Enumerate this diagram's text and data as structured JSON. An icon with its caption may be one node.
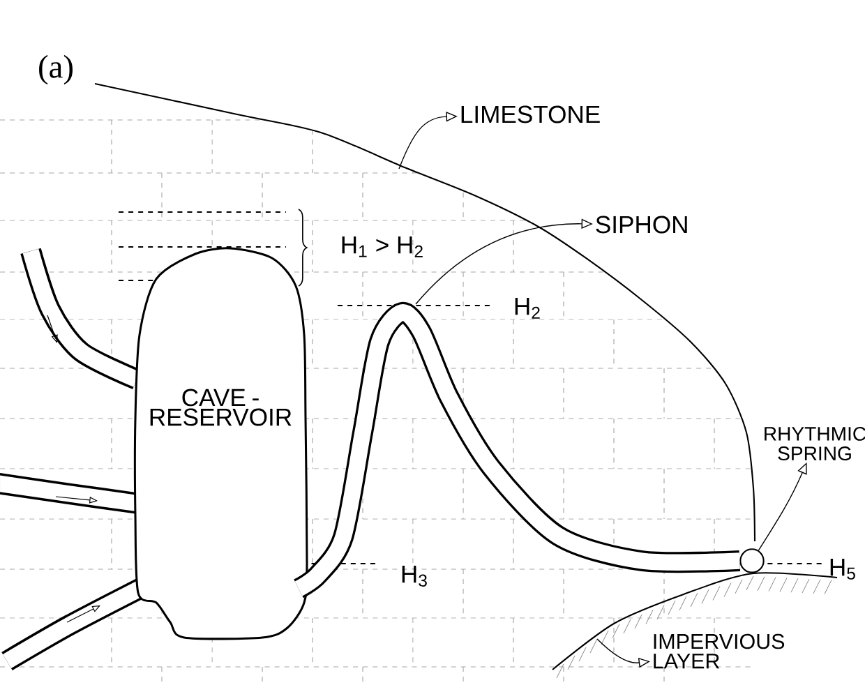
{
  "diagram": {
    "nodes": [
      {
        "text": [
          "CAVE - RESERVOIR"
        ]
      },
      {
        "text": [
          "LIMESTONE"
        ]
      },
      {
        "text": [
          "SIPHON"
        ]
      },
      {
        "text": [
          "RHYTHMIC SPRING"
        ]
      },
      {
        "text": [],
        "shape": "circle"
      },
      {
        "text": [
          "IMPERVIOUS LAYER"
        ]
      }
    ],
    "edges": [
      {
        "from": null,
        "to": 1,
        "arrow": "to"
      },
      {
        "from": null,
        "to": 2,
        "arrow": "to"
      },
      {
        "from": 4,
        "to": 3,
        "arrow": "to"
      },
      {
        "from": null,
        "to": 5,
        "arrow": "to"
      },
      {
        "from": 0,
        "to": 4,
        "arrow": "none",
        "style": "thick"
      }
    ],
    "labels": [
      "(a)",
      "H$_{1}$ > H$_{2}$",
      "H$_{2}$",
      "H$_{3}$",
      "H$_{5}$"
    ]
  }
}
